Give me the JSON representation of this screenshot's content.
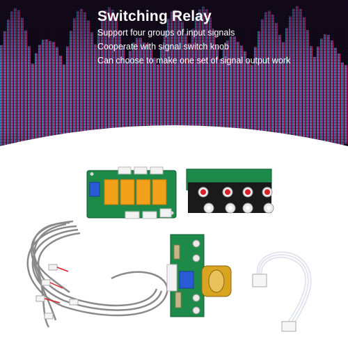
{
  "banner": {
    "title": "Switching Relay",
    "features": [
      "Support four groups of input signals",
      "Cooperate with signal switch knob",
      "Can choose to make one set of signal output work"
    ]
  },
  "colors": {
    "background_dark": "#120a1a",
    "equalizer_cyan": "#2fd4e0",
    "equalizer_magenta": "#e0267a",
    "equalizer_purple": "#7a2a9e",
    "pcb_green": "#1e8a4a",
    "relay_orange": "#f2a21a",
    "rca_red": "#d8202a",
    "knob_gold": "#d9a521",
    "cable_gray": "#8a8a8a"
  },
  "images": {
    "relay_board": "relay-board-with-four-relays",
    "rca_board": "rca-input-jack-board",
    "cable_bundle": "gray-signal-cable-bundle",
    "selector_board": "rotary-selector-switch-board",
    "ribbon_cable": "white-ribbon-connector-cable"
  }
}
